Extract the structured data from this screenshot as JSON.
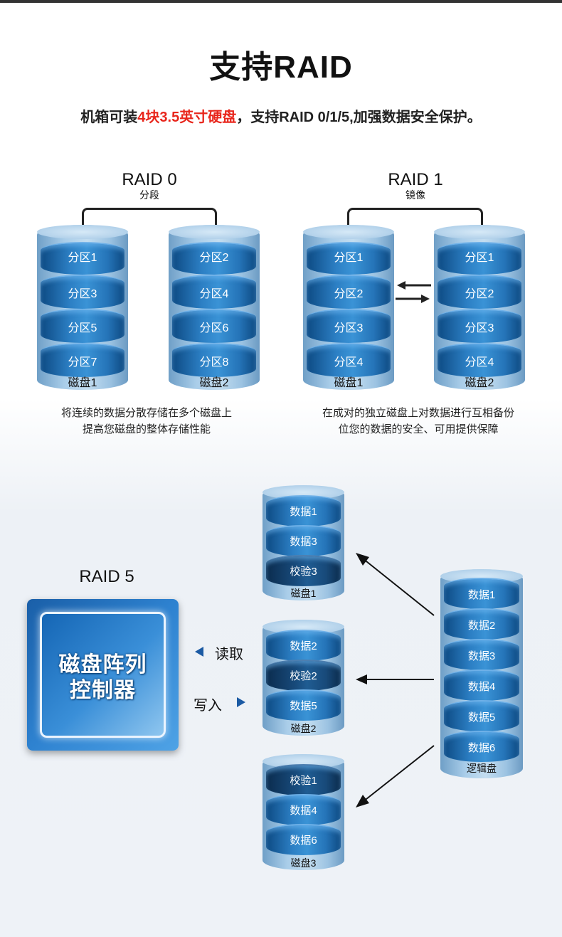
{
  "title": "支持RAID",
  "subtitle": {
    "prefix": "机箱可装",
    "highlight": "4块3.5英寸硬盘",
    "suffix": "，支持RAID 0/1/5,加强数据安全保护。"
  },
  "raid0": {
    "name": "RAID 0",
    "sub": "分段",
    "disk1": {
      "label": "磁盘1",
      "parts": [
        "分区1",
        "分区3",
        "分区5",
        "分区7"
      ]
    },
    "disk2": {
      "label": "磁盘2",
      "parts": [
        "分区2",
        "分区4",
        "分区6",
        "分区8"
      ]
    },
    "desc_line1": "将连续的数据分散存储在多个磁盘上",
    "desc_line2": "提高您磁盘的整体存储性能"
  },
  "raid1": {
    "name": "RAID 1",
    "sub": "镜像",
    "disk1": {
      "label": "磁盘1",
      "parts": [
        "分区1",
        "分区2",
        "分区3",
        "分区4"
      ]
    },
    "disk2": {
      "label": "磁盘2",
      "parts": [
        "分区1",
        "分区2",
        "分区3",
        "分区4"
      ]
    },
    "desc_line1": "在成对的独立磁盘上对数据进行互相备份",
    "desc_line2": "位您的数据的安全、可用提供保障"
  },
  "raid5": {
    "name": "RAID 5",
    "controller_line1": "磁盘阵列",
    "controller_line2": "控制器",
    "read_label": "读取",
    "write_label": "写入",
    "disk1": {
      "label": "磁盘1",
      "parts": [
        "数据1",
        "数据3",
        "校验3"
      ]
    },
    "disk2": {
      "label": "磁盘2",
      "parts": [
        "数据2",
        "校验2",
        "数据5"
      ]
    },
    "disk3": {
      "label": "磁盘3",
      "parts": [
        "校验1",
        "数据4",
        "数据6"
      ]
    },
    "logical": {
      "label": "逻辑盘",
      "parts": [
        "数据1",
        "数据2",
        "数据3",
        "数据4",
        "数据5",
        "数据6"
      ]
    }
  }
}
